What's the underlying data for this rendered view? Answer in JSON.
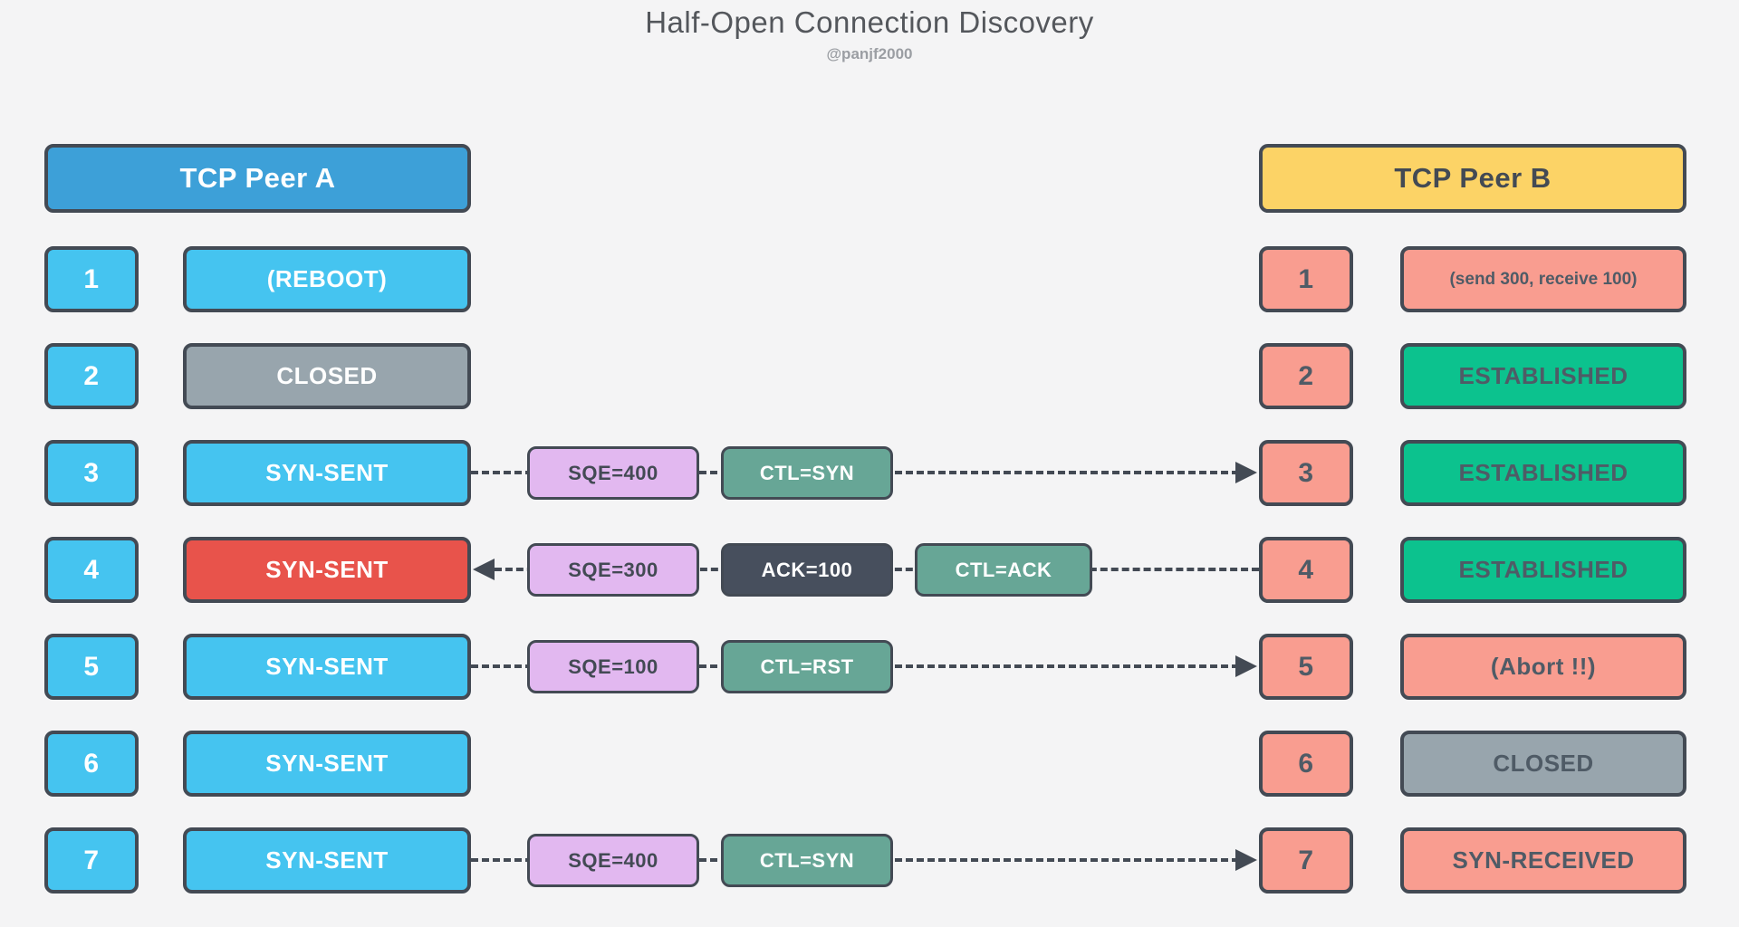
{
  "title": "Half-Open Connection Discovery",
  "subtitle": "@panjf2000",
  "colors": {
    "background": "#f4f4f5",
    "border": "#434a54",
    "peer_a_header": "#3da0d8",
    "peer_b_header": "#fcd366",
    "peer_a_num": "#45c4f0",
    "peer_b_num": "#f99d90",
    "state_cyan": "#45c4f0",
    "state_gray": "#98a5ad",
    "state_red": "#e8534b",
    "state_green": "#0cc28e",
    "state_salmon": "#f99d90",
    "msg_lavender": "#e2b8f0",
    "msg_teal": "#67a696",
    "msg_dark": "#474f5d"
  },
  "peer_a": {
    "header": "TCP Peer A",
    "rows": [
      {
        "num": "1",
        "state": "(REBOOT)",
        "variant": "cyan"
      },
      {
        "num": "2",
        "state": "CLOSED",
        "variant": "gray"
      },
      {
        "num": "3",
        "state": "SYN-SENT",
        "variant": "cyan"
      },
      {
        "num": "4",
        "state": "SYN-SENT",
        "variant": "red"
      },
      {
        "num": "5",
        "state": "SYN-SENT",
        "variant": "cyan"
      },
      {
        "num": "6",
        "state": "SYN-SENT",
        "variant": "cyan"
      },
      {
        "num": "7",
        "state": "SYN-SENT",
        "variant": "cyan"
      }
    ]
  },
  "peer_b": {
    "header": "TCP Peer B",
    "rows": [
      {
        "num": "1",
        "state": "(send 300, receive 100)",
        "variant": "salmon"
      },
      {
        "num": "2",
        "state": "ESTABLISHED",
        "variant": "green"
      },
      {
        "num": "3",
        "state": "ESTABLISHED",
        "variant": "green"
      },
      {
        "num": "4",
        "state": "ESTABLISHED",
        "variant": "green"
      },
      {
        "num": "5",
        "state": "(Abort !!)",
        "variant": "salmon"
      },
      {
        "num": "6",
        "state": "CLOSED",
        "variant": "gray"
      },
      {
        "num": "7",
        "state": "SYN-RECEIVED",
        "variant": "salmon"
      }
    ]
  },
  "messages": [
    {
      "row": 3,
      "direction": "right",
      "segments": [
        {
          "label": "SQE=400",
          "variant": "lavender"
        },
        {
          "label": "CTL=SYN",
          "variant": "teal"
        }
      ]
    },
    {
      "row": 4,
      "direction": "left",
      "segments": [
        {
          "label": "SQE=300",
          "variant": "lavender"
        },
        {
          "label": "ACK=100",
          "variant": "dark"
        },
        {
          "label": "CTL=ACK",
          "variant": "teal"
        }
      ]
    },
    {
      "row": 5,
      "direction": "right",
      "segments": [
        {
          "label": "SQE=100",
          "variant": "lavender"
        },
        {
          "label": "CTL=RST",
          "variant": "teal"
        }
      ]
    },
    {
      "row": 7,
      "direction": "right",
      "segments": [
        {
          "label": "SQE=400",
          "variant": "lavender"
        },
        {
          "label": "CTL=SYN",
          "variant": "teal"
        }
      ]
    }
  ]
}
